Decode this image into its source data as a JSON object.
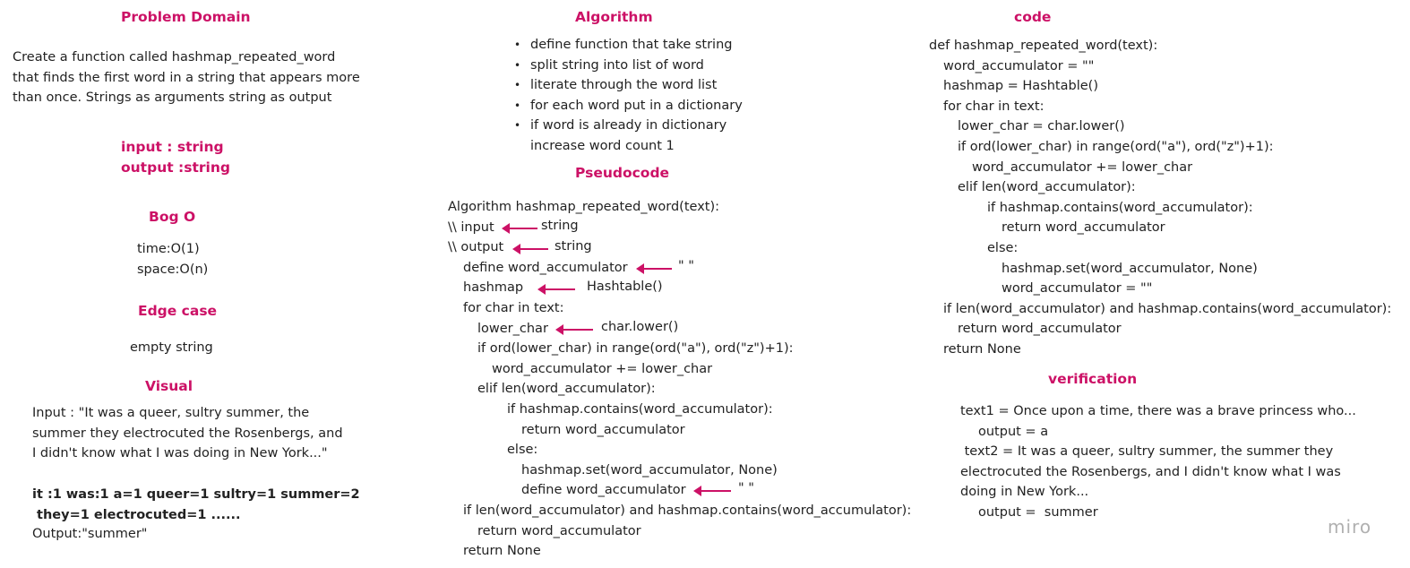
{
  "problem": {
    "title": "Problem Domain",
    "lines": [
      "Create a function called hashmap_repeated_word",
      "that finds the first word in a string that appears more",
      "than once. Strings as arguments string as output"
    ],
    "io": [
      "input : string",
      "output :string"
    ]
  },
  "bigo": {
    "title": "Bog O",
    "lines": [
      "time:O(1)",
      "space:O(n)"
    ]
  },
  "edge": {
    "title": "Edge case",
    "text": "empty string"
  },
  "visual": {
    "title": "Visual",
    "input_lines": [
      "Input : \"It was a queer, sultry summer, the",
      "summer they electrocuted the Rosenbergs, and",
      "I didn't know what I was doing in New York...\""
    ],
    "count_lines": [
      "it :1 was:1 a=1 queer=1 sultry=1 summer=2",
      " they=1 electrocuted=1 ......"
    ],
    "output": "Output:\"summer\""
  },
  "algorithm": {
    "title": "Algorithm",
    "steps": [
      "define function that take string",
      "split string into list of word",
      "literate through the word list",
      "for each word put in a dictionary",
      "if word is already in dictionary",
      "increase word count 1"
    ]
  },
  "pseudocode": {
    "title": "Pseudocode",
    "lines": [
      "Algorithm hashmap_repeated_word(text):",
      "\\\\ input",
      "\\\\ output",
      "define word_accumulator",
      "hashmap",
      "for char in text:",
      "lower_char",
      "if ord(lower_char) in range(ord(\"a\"), ord(\"z\")+1):",
      "word_accumulator += lower_char",
      "elif len(word_accumulator):",
      "if hashmap.contains(word_accumulator):",
      "return word_accumulator",
      "else:",
      "hashmap.set(word_accumulator, None)",
      "define word_accumulator",
      "if len(word_accumulator) and hashmap.contains(word_accumulator):",
      "return word_accumulator",
      "return None"
    ],
    "annotations": [
      "string",
      "string",
      "\" \"",
      "Hashtable()",
      "char.lower()",
      "\" \""
    ]
  },
  "code": {
    "title": "code",
    "lines": [
      "def hashmap_repeated_word(text):",
      "word_accumulator = \"\"",
      "hashmap = Hashtable()",
      "for char in text:",
      "lower_char = char.lower()",
      "if ord(lower_char) in range(ord(\"a\"), ord(\"z\")+1):",
      "word_accumulator += lower_char",
      "elif len(word_accumulator):",
      "if hashmap.contains(word_accumulator):",
      "return word_accumulator",
      "else:",
      "hashmap.set(word_accumulator, None)",
      "word_accumulator = \"\"",
      "if len(word_accumulator) and hashmap.contains(word_accumulator):",
      "return word_accumulator",
      "return None"
    ]
  },
  "verification": {
    "title": "verification",
    "lines": [
      "text1 = Once upon a time, there was a brave princess who...",
      "output = a",
      " text2 = It was a queer, sultry summer, the summer they",
      "electrocuted the Rosenbergs, and I didn't know what I was",
      "doing in New York...",
      "output =  summer"
    ]
  },
  "brand": "miro",
  "colors": {
    "accent": "#cc1166",
    "text": "#222222",
    "brand": "#b0b0b0"
  }
}
